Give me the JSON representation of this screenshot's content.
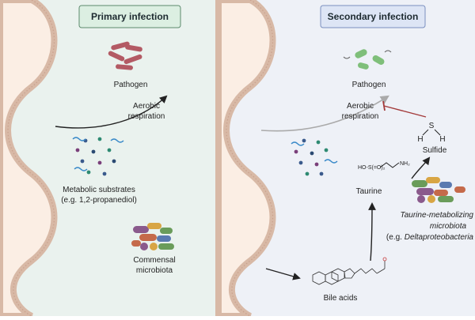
{
  "colors": {
    "primary_bg": "#eaf2ee",
    "secondary_bg": "#eef1f7",
    "lumen_wall": "#fbeee4",
    "epithelium": "#d8b9a6",
    "primary_title_bg": "#dcefe2",
    "primary_title_border": "#5c8a6c",
    "secondary_title_bg": "#dde5f5",
    "secondary_title_border": "#7a8fbf",
    "pathogen_primary": "#b35a64",
    "pathogen_secondary": "#7fbf7a",
    "inhibit_red": "#a33a3a"
  },
  "primary_panel": {
    "title": "Primary infection",
    "pathogen": "Pathogen",
    "aerobic_line1": "Aerobic",
    "aerobic_line2": "respiration",
    "substrates_line1": "Metabolic substrates",
    "substrates_line2": "(e.g. 1,2-propanediol)",
    "commensal_line1": "Commensal",
    "commensal_line2": "microbiota"
  },
  "secondary_panel": {
    "title": "Secondary infection",
    "pathogen": "Pathogen",
    "aerobic_line1": "Aerobic",
    "aerobic_line2": "respiration",
    "sulfide": "Sulfide",
    "sulfide_h": "H",
    "sulfide_s": "S",
    "taurine": "Taurine",
    "taurine_nh2": "NH₂",
    "taurine_so3": "HO-S(=O)₂",
    "taurine_met_line1": "Taurine-metabolizing",
    "taurine_met_line2": "microbiota",
    "taurine_met_line3_prefix": "(e.g. ",
    "taurine_met_line3_italic": "Deltaproteobacteria",
    "bile_acids": "Bile acids"
  }
}
